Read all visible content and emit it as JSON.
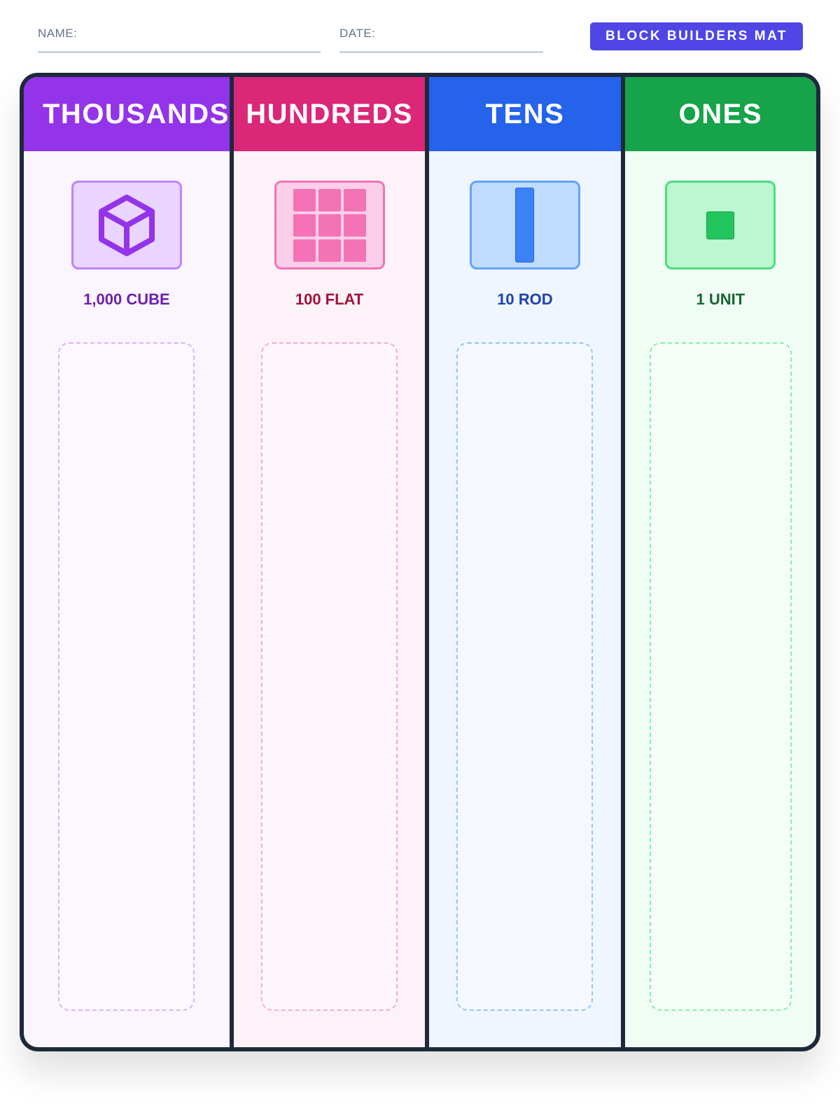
{
  "header": {
    "name_label": "NAME:",
    "date_label": "DATE:",
    "title_badge": "BLOCK BUILDERS MAT"
  },
  "columns": [
    {
      "title": "THOUSANDS",
      "block_label": "1,000 CUBE",
      "icon": "cube-icon",
      "color": "#9333ea",
      "bg": "#faf5ff"
    },
    {
      "title": "HUNDREDS",
      "block_label": "100 FLAT",
      "icon": "flat-grid-icon",
      "color": "#db2777",
      "bg": "#fdf2f8"
    },
    {
      "title": "TENS",
      "block_label": "10 ROD",
      "icon": "rod-icon",
      "color": "#2563eb",
      "bg": "#eff6ff"
    },
    {
      "title": "ONES",
      "block_label": "1 UNIT",
      "icon": "unit-icon",
      "color": "#16a34a",
      "bg": "#f0fdf4"
    }
  ]
}
